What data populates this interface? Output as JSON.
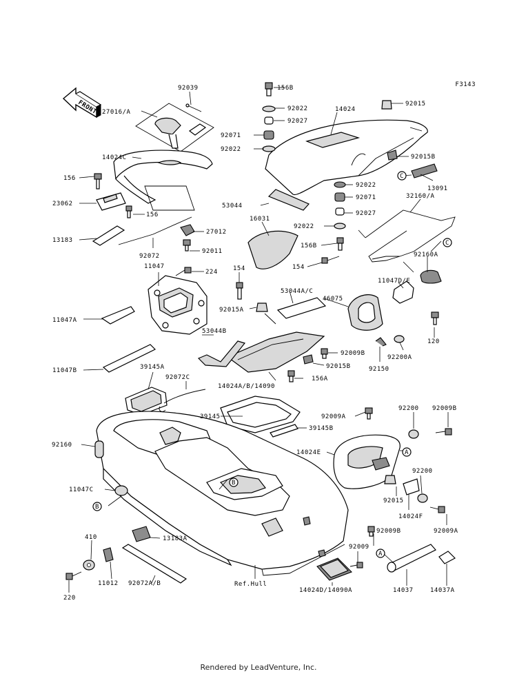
{
  "diagram_code": "F3143",
  "front_label": "FRONT",
  "footer": "Rendered by LeadVenture, Inc.",
  "callout_letters": {
    "a": "A",
    "b": "B",
    "c": "C"
  },
  "parts": {
    "p92039": "92039",
    "p27016a": "27016/A",
    "p14024c": "14024C",
    "p156a": "156",
    "p23062": "23062",
    "p156b": "156",
    "p13183": "13183",
    "p27012": "27012",
    "p92072": "92072",
    "p92011": "92011",
    "p11047": "11047",
    "p224": "224",
    "p154a": "154",
    "p11047a": "11047A",
    "p92015a": "92015A",
    "p11047b": "11047B",
    "p53044b": "53044B",
    "p39145a": "39145A",
    "p92072c": "92072C",
    "p156b_top": "156B",
    "p92022a": "92022",
    "p92027a": "92027",
    "p92071a": "92071",
    "p92022b": "92022",
    "p14024": "14024",
    "p92015": "92015",
    "p92015b": "92015B",
    "p13091": "13091",
    "p92022c": "92022",
    "p92071b": "92071",
    "p53044": "53044",
    "p92027b": "92027",
    "p32160a": "32160/A",
    "p16031": "16031",
    "p92022d": "92022",
    "p156b_mid": "156B",
    "p154b": "154",
    "p92160a": "92160A",
    "p11047de": "11047D/E",
    "p53044ac": "53044A/C",
    "p46075": "46075",
    "p120": "120",
    "p92009b_mid": "92009B",
    "p92015b_mid": "92015B",
    "p92200a": "92200A",
    "p92150": "92150",
    "p156a_mid": "156A",
    "p14024ab": "14024A/B/14090",
    "p39145": "39145",
    "p39145b": "39145B",
    "p92009a_top": "92009A",
    "p92200_top": "92200",
    "p92009b_top": "92009B",
    "p92160": "92160",
    "p14024e": "14024E",
    "p92200_mid": "92200",
    "p92015_low": "92015",
    "p14024f": "14024F",
    "p92009b_low": "92009B",
    "p92009a_low": "92009A",
    "p11047c": "11047C",
    "p410": "410",
    "p13183a": "13183A",
    "p92009": "92009",
    "p11012": "11012",
    "p92072ab": "92072A/B",
    "p220": "220",
    "p_refhull": "Ref.Hull",
    "p14024d": "14024D/14090A",
    "p14037": "14037",
    "p14037a": "14037A"
  }
}
